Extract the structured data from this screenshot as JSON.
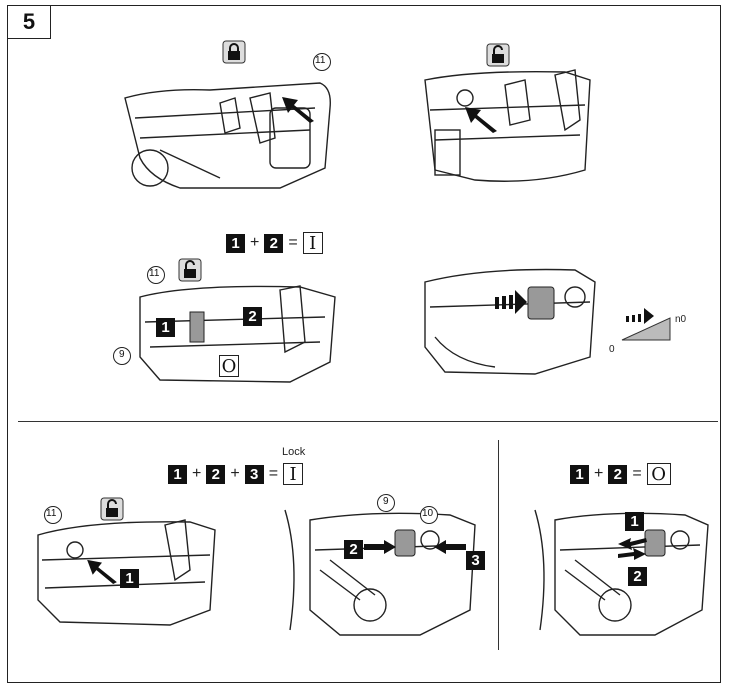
{
  "page": {
    "figure_number": "5"
  },
  "formulas": {
    "top": {
      "n1": "1",
      "plus": "+",
      "n2": "2",
      "eq": "=",
      "mode": "I"
    },
    "bottom_left": {
      "n1": "1",
      "plus1": "+",
      "n2": "2",
      "plus2": "+",
      "n3": "3",
      "eq": "=",
      "mode": "I",
      "lock_label": "Lock"
    },
    "bottom_right": {
      "n1": "1",
      "plus": "+",
      "n2": "2",
      "eq": "=",
      "mode": "O"
    }
  },
  "callouts": {
    "c11_top": "11",
    "c11_mid": "11",
    "c9_mid": "9",
    "c11_bottom": "11",
    "c9_bottom": "9",
    "c10_bottom": "10"
  },
  "step_badges": {
    "mid_1": "1",
    "mid_2": "2",
    "mid_mode": "O",
    "bl_1": "1",
    "bm_2": "2",
    "bm_3": "3",
    "br_1": "1",
    "br_2": "2"
  },
  "speed_graph": {
    "zero_label": "0",
    "max_label": "n0"
  },
  "icons": [
    "lock-closed-icon",
    "lock-open-icon",
    "push-arrow-icon",
    "switch-trigger-icon",
    "speed-ramp-icon"
  ]
}
